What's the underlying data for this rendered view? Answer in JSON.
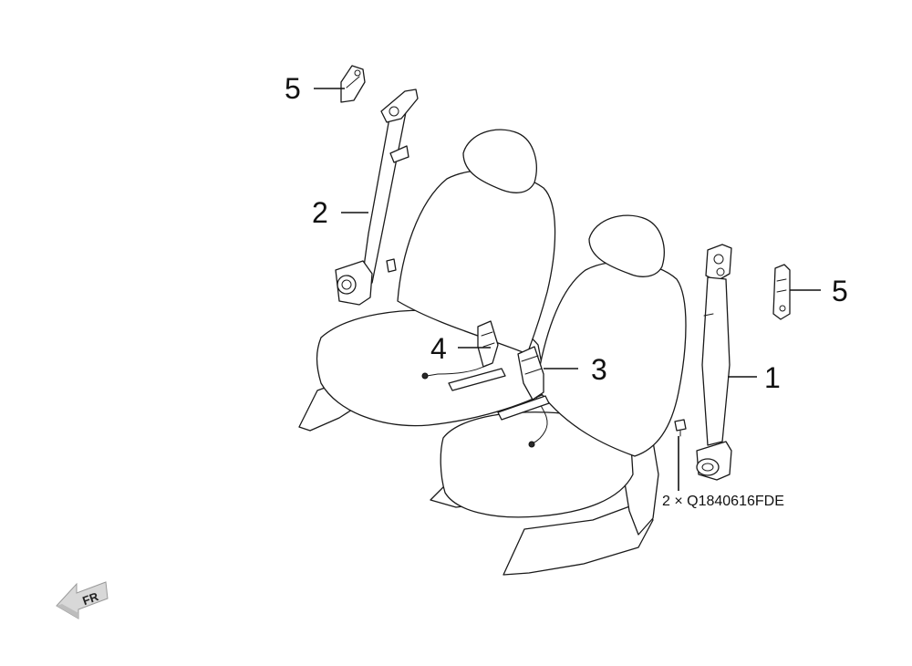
{
  "callouts": {
    "retractor_rh": "1",
    "retractor_lh": "2",
    "buckle_rh": "3",
    "buckle_lh": "4",
    "anchor_lh": "5",
    "anchor_rh": "5"
  },
  "fastener_note": "2 × Q1840616FDE",
  "direction_arrow_label": "FR"
}
